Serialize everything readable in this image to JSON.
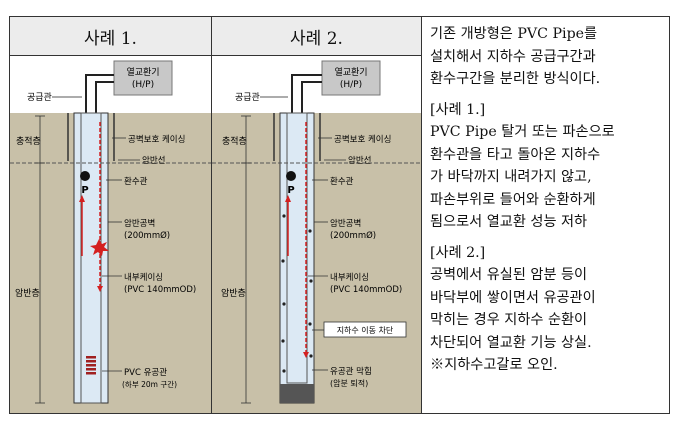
{
  "table": {
    "case1_header": "사례 1.",
    "case2_header": "사례 2.",
    "description": {
      "intro_lines": [
        "기존 개방형은 PVC Pipe를",
        "설치해서 지하수 공급구간과",
        "환수구간을 분리한 방식이다."
      ],
      "case1_title": "[사례 1.]",
      "case1_lines": [
        "PVC Pipe 탈거 또는 파손으로",
        "환수관을 타고 돌아온 지하수",
        "가 바닥까지 내려가지 않고,",
        "파손부위로 들어와 순환하게",
        "됨으로서 열교환 성능 저하"
      ],
      "case2_title": "[사례 2.]",
      "case2_lines": [
        "공벽에서 유실된 암분 등이",
        "바닥부에 쌓이면서 유공관이",
        "막히는 경우 지하수 순환이",
        "차단되어 열교환 기능 상실.",
        "※지하수고갈로 오인."
      ]
    }
  },
  "diagram1": {
    "heat_pump_label": "열교환기",
    "heat_pump_sub": "(H/P)",
    "supply_pipe": "공급관",
    "casing_protect": "공벽보호 케이싱",
    "sediment_layer": "충적층",
    "bedrock_line": "암반선",
    "return_pipe": "환수관",
    "pump_label": "P",
    "rock_hole": "암반공벽",
    "rock_hole_size": "(200mmØ)",
    "bedrock_layer": "암반층",
    "inner_casing": "내부케이싱",
    "inner_casing_spec": "(PVC 140mmOD)",
    "perforated_pipe": "PVC 유공관",
    "perforated_sub": "(하부 20m 구간)"
  },
  "diagram2": {
    "heat_pump_label": "열교환기",
    "heat_pump_sub": "(H/P)",
    "supply_pipe": "공급관",
    "casing_protect": "공벽보호 케이싱",
    "sediment_layer": "충적층",
    "bedrock_line": "암반선",
    "return_pipe": "환수관",
    "pump_label": "P",
    "rock_hole": "암반공벽",
    "rock_hole_size": "(200mmØ)",
    "bedrock_layer": "암반층",
    "inner_casing": "내부케이싱",
    "inner_casing_spec": "(PVC 140mmOD)",
    "blocked_label": "지하수 이동 차단",
    "clogged_pipe": "유공관 막힘",
    "clogged_sub": "(암분 퇴적)"
  },
  "colors": {
    "ground": "#c8c0a8",
    "flow": "#d42020",
    "hole": "#dce9f4",
    "heat_pump": "#c8c8c8"
  }
}
